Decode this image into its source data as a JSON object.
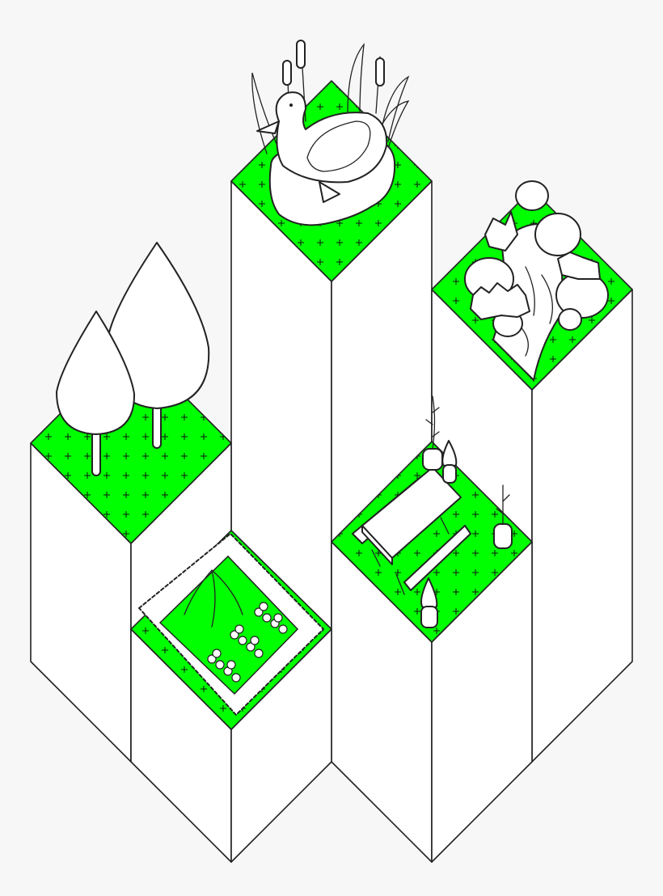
{
  "colors": {
    "background": "#f7f7f7",
    "grass": "#00ff00",
    "pillar": "#ffffff",
    "outline": "#222222"
  },
  "scene": {
    "pillars": [
      {
        "name": "duck-pond",
        "icon": "duck-icon"
      },
      {
        "name": "rock-stream",
        "icon": "rock-icon"
      },
      {
        "name": "trees",
        "icon": "tree-icon"
      },
      {
        "name": "picnic",
        "icon": "picnic-table-icon"
      },
      {
        "name": "garden-bed",
        "icon": "flower-bed-icon"
      }
    ]
  }
}
